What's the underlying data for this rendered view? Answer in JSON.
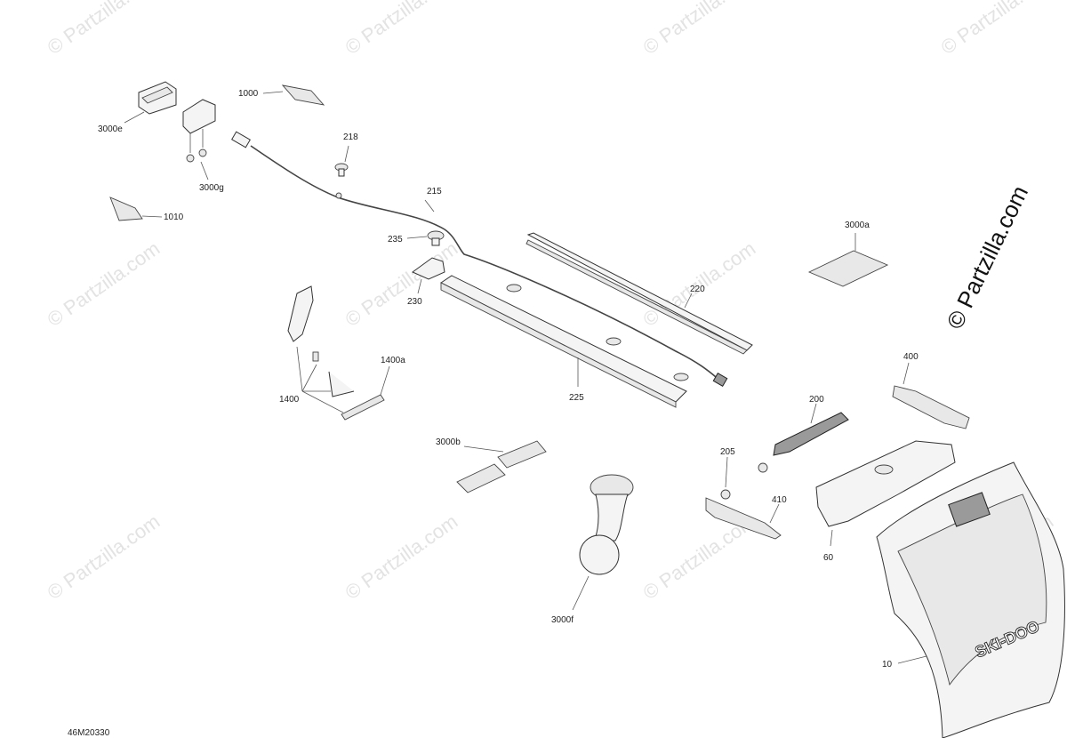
{
  "watermark": {
    "text": "© Partzilla.com",
    "side_text": "© Partzilla.com"
  },
  "diagram_ref": "46M20330",
  "callouts": {
    "c1000": "1000",
    "c3000e": "3000e",
    "c3000g": "3000g",
    "c1010": "1010",
    "c218": "218",
    "c215": "215",
    "c235": "235",
    "c230": "230",
    "c220": "220",
    "c225": "225",
    "c3000a": "3000a",
    "c1400a": "1400a",
    "c1400": "1400",
    "c3000b": "3000b",
    "c3000f": "3000f",
    "c400": "400",
    "c200": "200",
    "c205": "205",
    "c410": "410",
    "c60": "60",
    "c10": "10"
  },
  "brand_label": "SKI-DOO"
}
